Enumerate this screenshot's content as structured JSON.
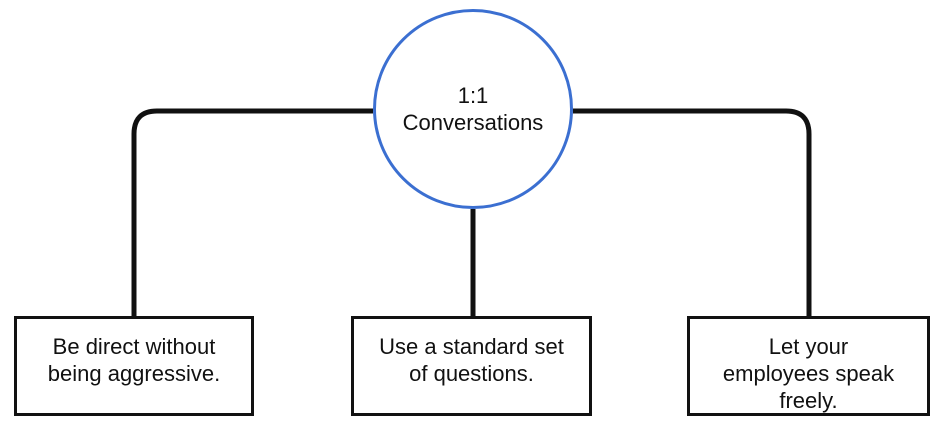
{
  "hub": {
    "line1": "1:1",
    "line2": "Conversations"
  },
  "branches": [
    {
      "line1": "Be direct without",
      "line2": "being aggressive.",
      "line3": ""
    },
    {
      "line1": "Use a standard set",
      "line2": "of questions.",
      "line3": ""
    },
    {
      "line1": "Let your",
      "line2": "employees speak",
      "line3": "freely."
    }
  ],
  "colors": {
    "hub_border": "#3b6fd1",
    "lines": "#111111"
  }
}
